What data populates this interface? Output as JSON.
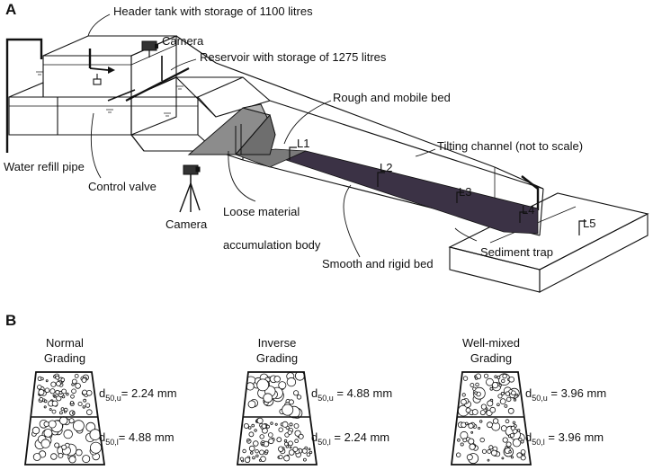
{
  "panel_a": {
    "letter": "A",
    "labels": {
      "header_tank": "Header tank with storage of 1100 litres",
      "camera_top": "Camera",
      "reservoir": "Reservoir with storage of 1275 litres",
      "rough_bed": "Rough and mobile bed",
      "tilting_channel": "Tilting channel (not to scale)",
      "water_refill": "Water refill pipe",
      "control_valve": "Control valve",
      "camera_bottom": "Camera",
      "loose_material_1": "Loose material",
      "loose_material_2": "accumulation body",
      "smooth_bed": "Smooth and rigid bed",
      "sediment_trap": "Sediment trap"
    },
    "locations": [
      "L1",
      "L2",
      "L3",
      "L4",
      "L5"
    ]
  },
  "panel_b": {
    "letter": "B",
    "gradings": [
      {
        "title_1": "Normal",
        "title_2": "Grading",
        "upper_label": "d",
        "upper_sub": "50,u",
        "upper_value": "= 2.24 mm",
        "lower_label": "d",
        "lower_sub": "50,l",
        "lower_value": "= 4.88 mm"
      },
      {
        "title_1": "Inverse",
        "title_2": "Grading",
        "upper_label": "d",
        "upper_sub": "50,u",
        "upper_value": " = 4.88 mm",
        "lower_label": "d",
        "lower_sub": "50,l",
        "lower_value": " = 2.24 mm"
      },
      {
        "title_1": "Well-mixed",
        "title_2": "Grading",
        "upper_label": "d",
        "upper_sub": "50,u",
        "upper_value": " = 3.96 mm",
        "lower_label": "d",
        "lower_sub": "50,l",
        "lower_value": " = 3.96 mm"
      }
    ]
  },
  "colors": {
    "line": "#111111",
    "smooth_bed": "#3b3245",
    "loose_body": "#8c8c8c",
    "rough_bed": "#7a7a7a"
  }
}
